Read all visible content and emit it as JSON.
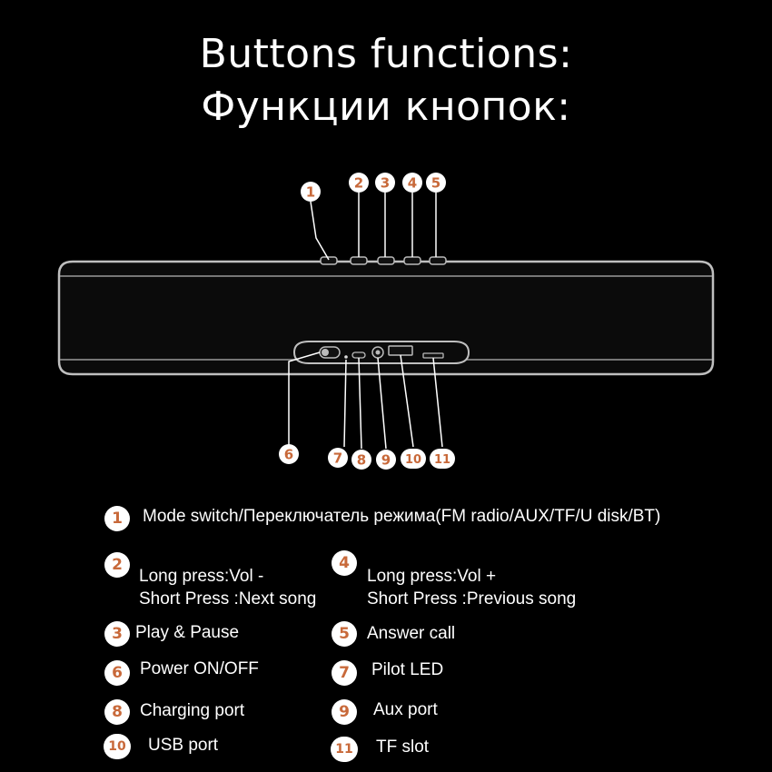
{
  "title": {
    "line1": "Buttons functions:",
    "line2": "Функции кнопок:"
  },
  "colors": {
    "background": "#000000",
    "callout": "#c8693a",
    "speaker": "#0b0b0b",
    "outline": "#bfbfbf"
  },
  "callout_numbers": [
    "1",
    "2",
    "3",
    "4",
    "5",
    "6",
    "7",
    "8",
    "9",
    "10",
    "11"
  ],
  "legend": [
    {
      "num": "1",
      "lines": [
        "Mode switch/Переключатель режима(FM radio/AUX/TF/U disk/BT)"
      ]
    },
    {
      "num": "2",
      "lines": [
        "Long press:Vol -",
        "Short Press :Next song"
      ]
    },
    {
      "num": "4",
      "lines": [
        "Long press:Vol +",
        "Short Press :Previous song"
      ]
    },
    {
      "num": "3",
      "lines": [
        "Play & Pause"
      ]
    },
    {
      "num": "5",
      "lines": [
        "Answer call"
      ]
    },
    {
      "num": "6",
      "lines": [
        "Power ON/OFF"
      ]
    },
    {
      "num": "7",
      "lines": [
        "Pilot LED"
      ]
    },
    {
      "num": "8",
      "lines": [
        "Charging port"
      ]
    },
    {
      "num": "9",
      "lines": [
        "Aux port"
      ]
    },
    {
      "num": "10",
      "lines": [
        "USB port"
      ]
    },
    {
      "num": "11",
      "lines": [
        "TF slot"
      ]
    }
  ]
}
